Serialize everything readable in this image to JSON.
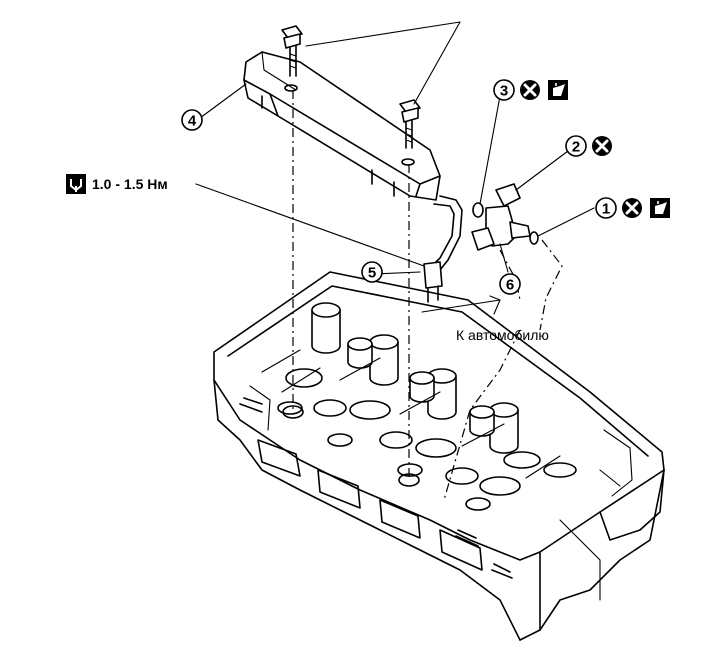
{
  "callouts": {
    "c1": "1",
    "c2": "2",
    "c3": "3",
    "c4": "4",
    "c5": "5",
    "c6": "6"
  },
  "torque": {
    "value": "1.0 - 1.5 Нм"
  },
  "vehicle_label": "К автомобилю",
  "icons": [
    "torque-wrench-icon",
    "do-not-reuse-icon",
    "apply-oil-icon"
  ]
}
